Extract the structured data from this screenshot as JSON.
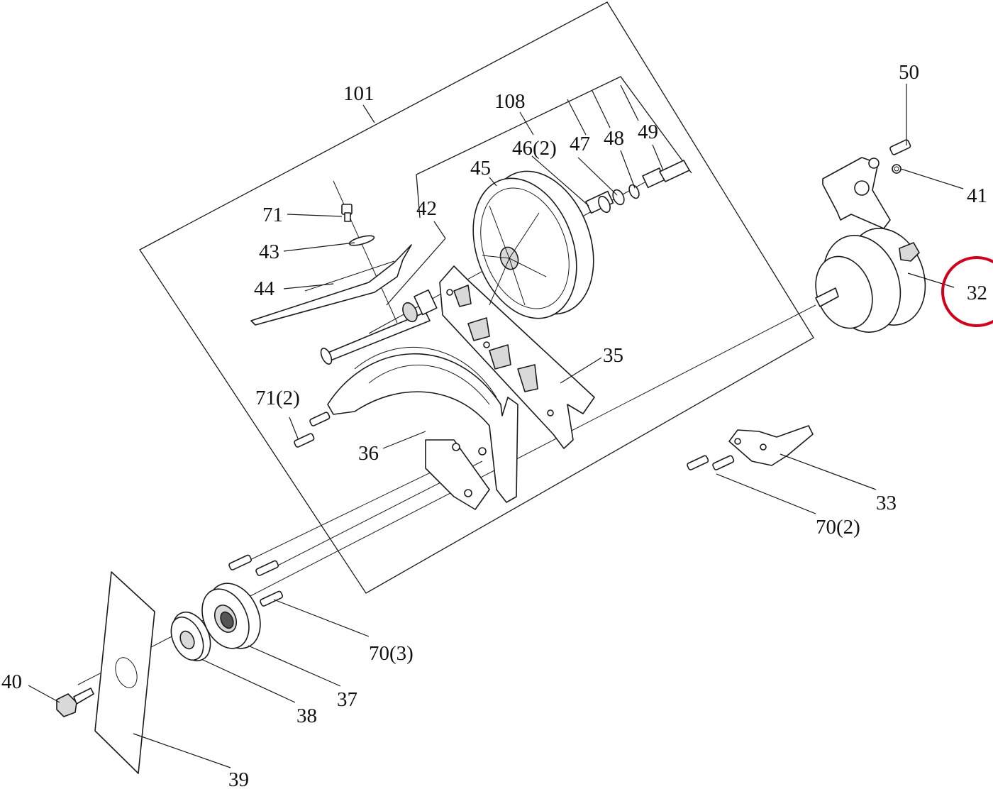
{
  "labels": {
    "p101": "101",
    "p108": "108",
    "p46": "46(2)",
    "p47": "47",
    "p48": "48",
    "p49": "49",
    "p50": "50",
    "p41": "41",
    "p45": "45",
    "p42": "42",
    "p71": "71",
    "p43": "43",
    "p44": "44",
    "p32": "32",
    "p35": "35",
    "p71_2": "71(2)",
    "p36": "36",
    "p33": "33",
    "p70_2": "70(2)",
    "p70_3": "70(3)",
    "p40": "40",
    "p37": "37",
    "p38": "38",
    "p39": "39"
  },
  "highlight": {
    "part": "32",
    "color": "#d0021b"
  }
}
